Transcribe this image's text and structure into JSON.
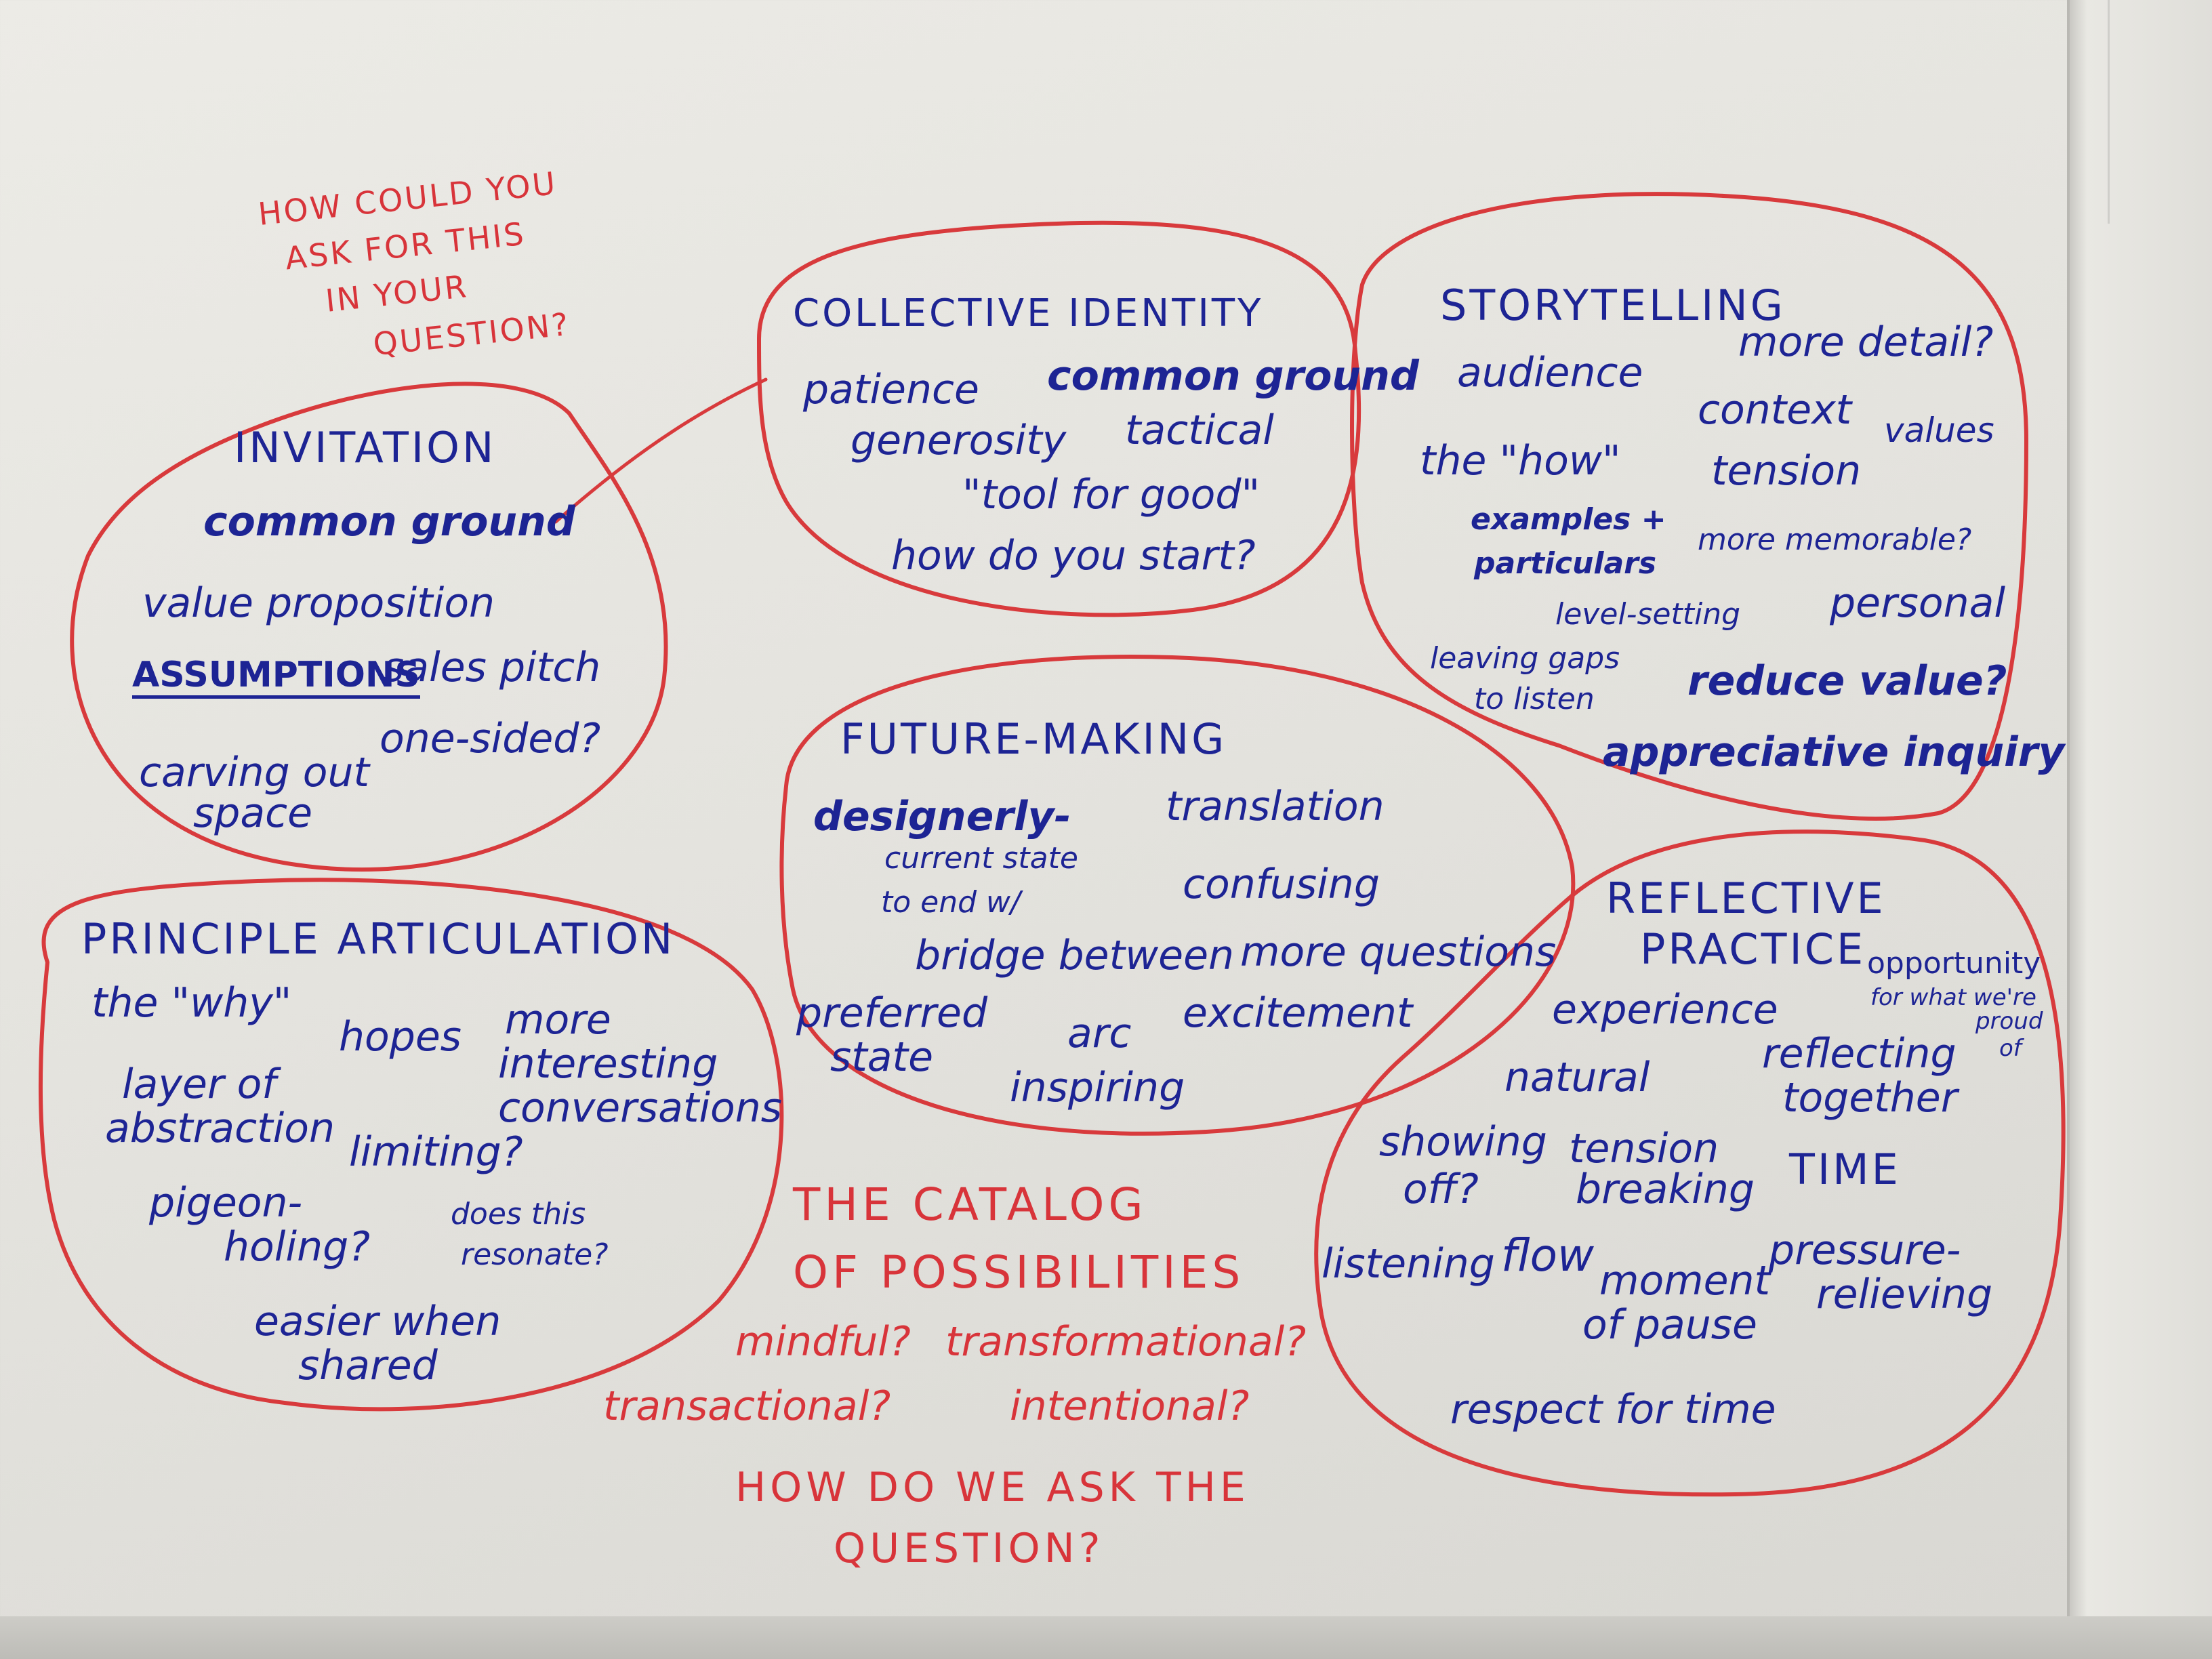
{
  "question_note": [
    "HOW COULD YOU",
    "ASK FOR THIS",
    "IN YOUR",
    "QUESTION?"
  ],
  "invitation": {
    "title": "INVITATION",
    "items": [
      "common ground",
      "value proposition",
      "ASSUMPTIONS",
      "sales pitch",
      "one-sided?",
      "carving out",
      "space"
    ]
  },
  "collective_identity": {
    "title": "COLLECTIVE IDENTITY",
    "items": [
      "patience",
      "common ground",
      "generosity",
      "tactical",
      "\"tool for good\"",
      "how do you start?"
    ]
  },
  "storytelling": {
    "title": "STORYTELLING",
    "items": [
      "audience",
      "more detail?",
      "context",
      "values",
      "the \"how\"",
      "tension",
      "examples +",
      "particulars",
      "more memorable?",
      "level-setting",
      "personal",
      "leaving gaps",
      "to listen",
      "reduce value?",
      "appreciative inquiry"
    ]
  },
  "future_making": {
    "title": "FUTURE-MAKING",
    "items": [
      "designerly-",
      "translation",
      "current state",
      "to end w/",
      "confusing",
      "bridge between",
      "more questions",
      "preferred",
      "state",
      "arc",
      "excitement",
      "inspiring"
    ]
  },
  "principle_articulation": {
    "title": "PRINCIPLE ARTICULATION",
    "items": [
      "the \"why\"",
      "hopes",
      "more",
      "interesting",
      "conversations",
      "layer of",
      "abstraction",
      "limiting?",
      "pigeon-",
      "holing?",
      "does this",
      "resonate?",
      "easier when",
      "shared"
    ]
  },
  "reflective_practice": {
    "title": [
      "REFLECTIVE",
      "PRACTICE"
    ],
    "items": [
      "opportunity",
      "for what we're",
      "proud",
      "of",
      "experience",
      "natural",
      "reflecting",
      "together",
      "showing",
      "off?",
      "tension",
      "breaking",
      "TIME",
      "listening",
      "flow",
      "moment",
      "of pause",
      "pressure-",
      "relieving",
      "respect for time"
    ]
  },
  "catalog": {
    "title": [
      "THE CATALOG",
      "OF POSSIBILITIES"
    ],
    "qualities": [
      "mindful?",
      "transformational?",
      "transactional?",
      "intentional?"
    ],
    "question": [
      "HOW DO WE ASK THE",
      "QUESTION?"
    ]
  },
  "colors": {
    "board": "#e6e5e0",
    "red_marker": "#d83a3c",
    "blue_marker": "#1d2494"
  }
}
